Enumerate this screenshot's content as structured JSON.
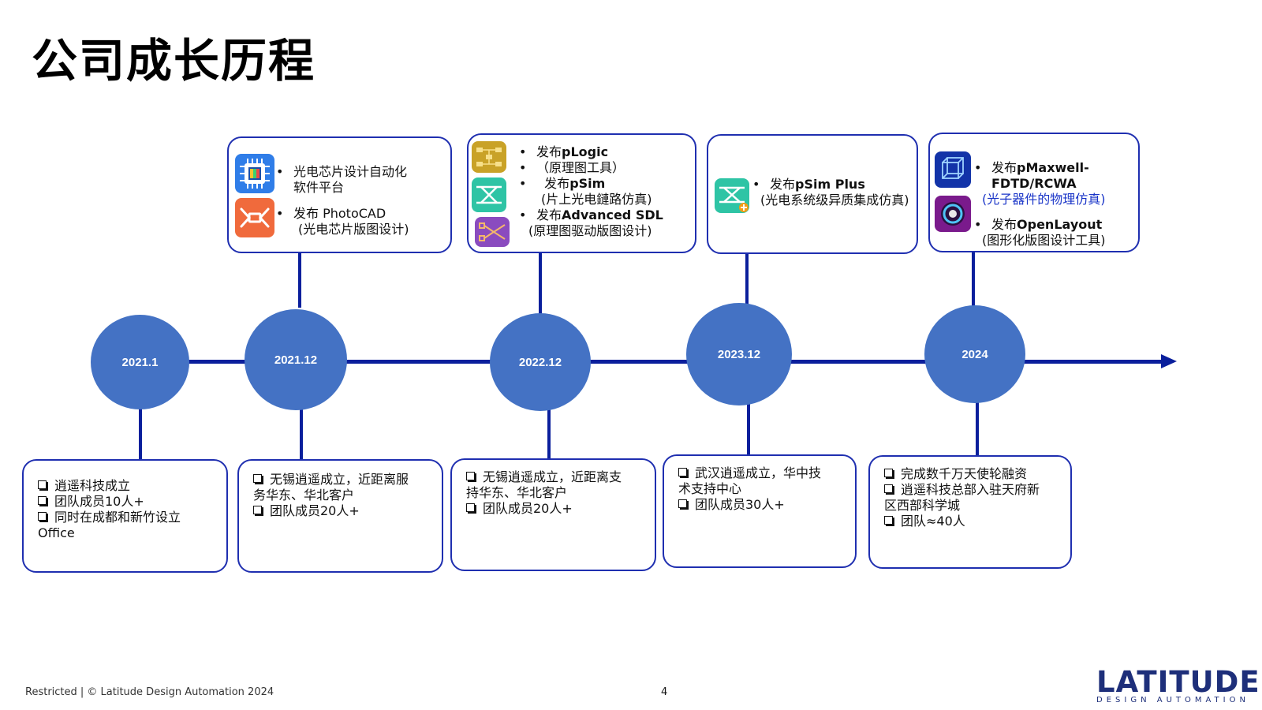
{
  "title": "公司成长历程",
  "milestones": [
    {
      "label": "2021.1"
    },
    {
      "label": "2021.12"
    },
    {
      "label": "2022.12"
    },
    {
      "label": "2023.12"
    },
    {
      "label": "2024"
    }
  ],
  "top_boxes": {
    "b2021_12": {
      "line1": "光电芯片设计自动化",
      "line2": "软件平台",
      "line3_prefix": "发布 ",
      "line3_bold": "PhotoCAD",
      "line4": "(光电芯片版图设计)"
    },
    "b2022_12": {
      "l1_prefix": "发布",
      "l1_bold": "pLogic",
      "l2": "（原理图工具）",
      "l3_prefix": "发布",
      "l3_bold": "pSim",
      "l4": "(片上光电鏈路仿真)",
      "l5_prefix": "发布",
      "l5_bold": "Advanced SDL",
      "l6": "(原理图驱动版图设计)"
    },
    "b2023_12": {
      "l1_prefix": "发布",
      "l1_bold": "pSim Plus",
      "l2": "(光电系统级异质集成仿真)"
    },
    "b2024": {
      "l1_prefix": "发布",
      "l1_bold": "pMaxwell-",
      "l2_bold": "FDTD/RCWA",
      "l3": "(光子器件的物理仿真)",
      "l4_prefix": "发布",
      "l4_bold": "OpenLayout",
      "l5": "(图形化版图设计工具)"
    }
  },
  "bottom_boxes": {
    "b2021_1": [
      "逍遥科技成立",
      "团队成员10人+",
      "同时在成都和新竹设立",
      "Office"
    ],
    "b2021_12": [
      "无锡逍遥成立，近距离服",
      "务华东、华北客户",
      "团队成员20人+"
    ],
    "b2022_12": [
      "无锡逍遥成立，近距离支",
      "持华东、华北客户",
      "团队成员20人+"
    ],
    "b2023_12": [
      "武汉逍遥成立，华中技",
      "术支持中心",
      "团队成员30人+"
    ],
    "b2024": [
      "完成数千万天使轮融资",
      "逍遥科技总部入驻天府新",
      "区西部科学城",
      "团队≈40人"
    ]
  },
  "bullet_char": "•",
  "footer": {
    "left": "Restricted | © Latitude Design Automation 2024",
    "page": "4"
  },
  "logo": {
    "main": "LATITUDE",
    "sub": "DESIGN AUTOMATION"
  },
  "colors": {
    "milestone": "#4472c4",
    "line": "#0a1f9c",
    "box_border": "#1f2fb0"
  }
}
